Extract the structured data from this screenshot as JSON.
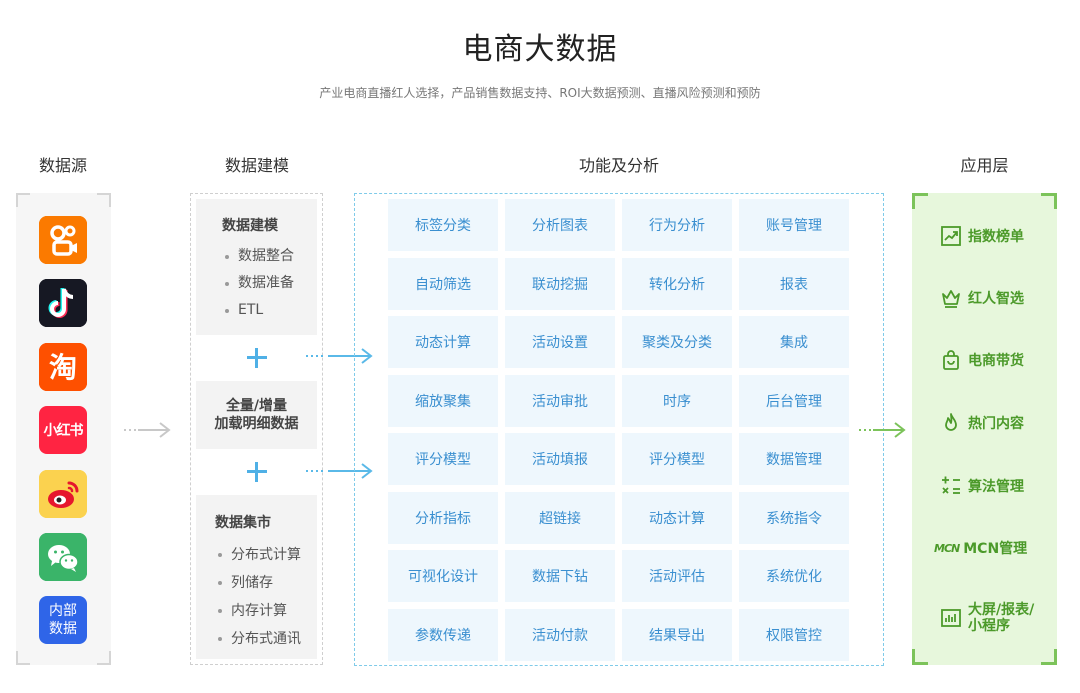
{
  "header": {
    "title": "电商大数据",
    "subtitle": "产业电商直播红人选择，产品销售数据支持、ROI大数据预测、直播风险预测和预防"
  },
  "columns": {
    "source": "数据源",
    "model": "数据建模",
    "func": "功能及分析",
    "app": "应用层"
  },
  "sources": {
    "xiaohongshu": "小红书",
    "internal_line1": "内部",
    "internal_line2": "数据"
  },
  "modeling": {
    "panel1": {
      "title": "数据建模",
      "items": [
        "数据整合",
        "数据准备",
        "ETL"
      ]
    },
    "panel2": {
      "line1": "全量/增量",
      "line2": "加载明细数据"
    },
    "panel3": {
      "title": "数据集市",
      "items": [
        "分布式计算",
        "列储存",
        "内存计算",
        "分布式通讯"
      ]
    }
  },
  "functions": [
    [
      "标签分类",
      "分析图表",
      "行为分析",
      "账号管理"
    ],
    [
      "自动筛选",
      "联动挖掘",
      "转化分析",
      "报表"
    ],
    [
      "动态计算",
      "活动设置",
      "聚类及分类",
      "集成"
    ],
    [
      "缩放聚集",
      "活动审批",
      "时序",
      "后台管理"
    ],
    [
      "评分模型",
      "活动填报",
      "评分模型",
      "数据管理"
    ],
    [
      "分析指标",
      "超链接",
      "动态计算",
      "系统指令"
    ],
    [
      "可视化设计",
      "数据下钻",
      "活动评估",
      "系统优化"
    ],
    [
      "参数传递",
      "活动付款",
      "结果导出",
      "权限管控"
    ]
  ],
  "applications": {
    "index_ranking": "指数榜单",
    "influencer_select": "红人智选",
    "ecommerce_sales": "电商带货",
    "hot_content": "热门内容",
    "algorithm_mgmt": "算法管理",
    "mcn_mark": "MCN",
    "mcn_mgmt": "MCN管理",
    "bigscreen_line1": "大屏/报表/",
    "bigscreen_line2": "小程序"
  },
  "colors": {
    "func_text": "#3a8fd0",
    "func_bg": "#eef7fd",
    "app_green": "#4c9a2a",
    "app_bg": "#e7f7dc",
    "arrow_blue": "#5ab9e8"
  }
}
